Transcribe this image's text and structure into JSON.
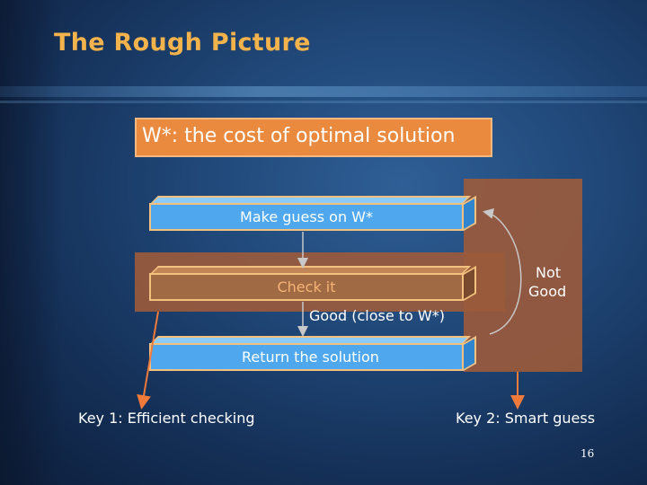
{
  "slide": {
    "title": "The Rough Picture",
    "page_number": "16"
  },
  "definition": {
    "text": "W*: the cost of optimal solution"
  },
  "steps": {
    "make_guess": "Make guess on W*",
    "check": "Check it",
    "return_solution": "Return the solution"
  },
  "branches": {
    "good": "Good (close to W*)",
    "not_good_line1": "Not",
    "not_good_line2": "Good"
  },
  "keys": {
    "key1": "Key 1: Efficient checking",
    "key2": "Key 2: Smart guess"
  },
  "colors": {
    "title": "#f2b24c",
    "definition_box": "#e98a3e",
    "step_blue": "#4fa8ee",
    "step_brown": "#a06a44",
    "overlay": "#9a5a3c"
  }
}
